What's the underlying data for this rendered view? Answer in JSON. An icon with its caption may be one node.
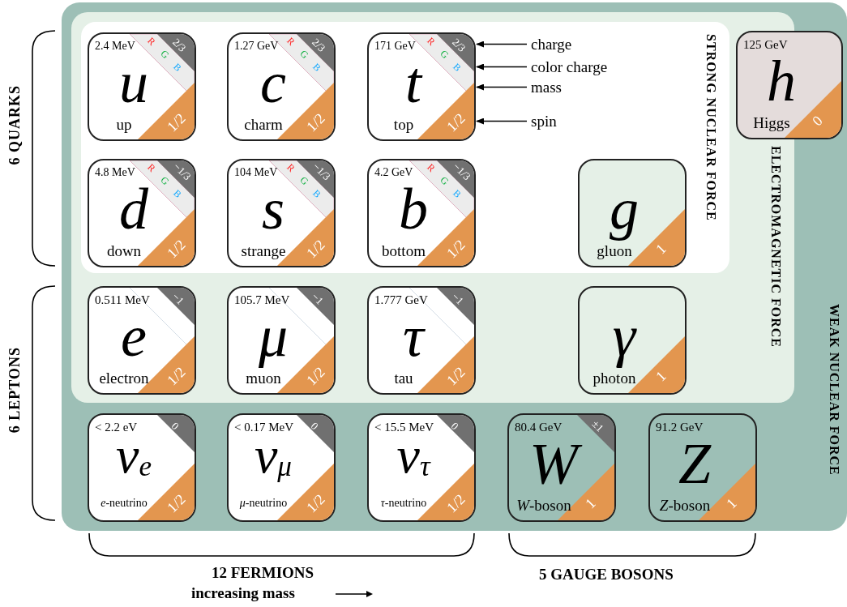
{
  "diagram": {
    "nodes": [
      {
        "text": [
          "WEAK NUCLEAR FORCE"
        ]
      },
      {
        "text": [
          "ELECTROMAGNETIC FORCE"
        ],
        "in": 0
      },
      {
        "text": [
          "STRONG NUCLEAR FORCE"
        ],
        "in": 1
      },
      {
        "text": [
          "2.4 MeV",
          "2/3",
          "R",
          "G",
          "B",
          "u",
          "up",
          "1/2"
        ],
        "in": 2
      },
      {
        "text": [
          "1.27 GeV",
          "2/3",
          "R",
          "G",
          "B",
          "c",
          "charm",
          "1/2"
        ],
        "in": 2
      },
      {
        "text": [
          "171 GeV",
          "2/3",
          "R",
          "G",
          "B",
          "t",
          "top",
          "1/2"
        ],
        "in": 2
      },
      {
        "text": [
          "4.8 MeV",
          "−1/3",
          "R",
          "G",
          "B",
          "d",
          "down",
          "1/2"
        ],
        "in": 2
      },
      {
        "text": [
          "104 MeV",
          "−1/3",
          "R",
          "G",
          "B",
          "s",
          "strange",
          "1/2"
        ],
        "in": 2
      },
      {
        "text": [
          "4.2 GeV",
          "−1/3",
          "R",
          "G",
          "B",
          "b",
          "bottom",
          "1/2"
        ],
        "in": 2
      },
      {
        "text": [
          "g",
          "gluon",
          "1"
        ],
        "in": 2
      },
      {
        "text": [
          "0.511 MeV",
          "−1",
          "e",
          "electron",
          "1/2"
        ],
        "in": 1
      },
      {
        "text": [
          "105.7 MeV",
          "−1",
          "μ",
          "muon",
          "1/2"
        ],
        "in": 1
      },
      {
        "text": [
          "1.777 GeV",
          "−1",
          "τ",
          "tau",
          "1/2"
        ],
        "in": 1
      },
      {
        "text": [
          "γ",
          "photon",
          "1"
        ],
        "in": 1
      },
      {
        "text": [
          "< 2.2 eV",
          "0",
          "ν$_{e}$",
          "*e*-neutrino",
          "1/2"
        ],
        "in": 0
      },
      {
        "text": [
          "< 0.17 MeV",
          "0",
          "ν$_{μ}$",
          "*μ*-neutrino",
          "1/2"
        ],
        "in": 0
      },
      {
        "text": [
          "< 15.5 MeV",
          "0",
          "ν$_{τ}$",
          "*τ*-neutrino",
          "1/2"
        ],
        "in": 0
      },
      {
        "text": [
          "80.4 GeV",
          "±1",
          "W",
          "*W*-boson",
          "1"
        ],
        "in": 0
      },
      {
        "text": [
          "91.2 GeV",
          "Z",
          "*Z*-boson",
          "1"
        ],
        "in": 0
      },
      {
        "text": [
          "125 GeV",
          "h",
          "Higgs",
          "0"
        ],
        "in": 0
      },
      {
        "text": [
          "charge"
        ],
        "in": 2
      },
      {
        "text": [
          "color charge"
        ],
        "in": 2
      },
      {
        "text": [
          "mass"
        ],
        "in": 2
      },
      {
        "text": [
          "spin"
        ],
        "in": 2
      }
    ],
    "edges": [
      {
        "from": 20,
        "to": 5,
        "arrow": "to"
      },
      {
        "from": 21,
        "to": 5,
        "arrow": "to"
      },
      {
        "from": 22,
        "to": 5,
        "arrow": "to"
      },
      {
        "from": 23,
        "to": 5,
        "arrow": "to"
      }
    ],
    "labels": [
      "6 QUARKS",
      "6 LEPTONS",
      "12 FERMIONS",
      "increasing mass",
      "5 GAUGE BOSONS"
    ]
  }
}
